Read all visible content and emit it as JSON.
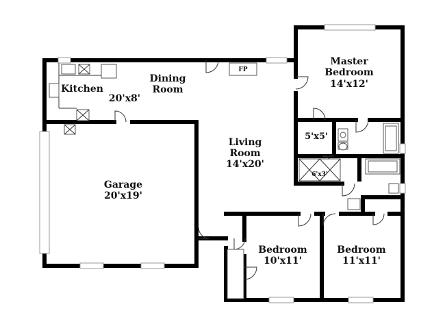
{
  "rooms": {
    "kitchen": {
      "name": "Kitchen"
    },
    "dining": {
      "name_line1": "Dining",
      "name_line2": "Room",
      "size": "20'x8'"
    },
    "fireplace": {
      "label": "FP"
    },
    "master": {
      "name_line1": "Master",
      "name_line2": "Bedroom",
      "size": "14'x12'"
    },
    "closet_master": {
      "size": "5'x5'"
    },
    "closet_hall": {
      "size": "6'x3'"
    },
    "living": {
      "name_line1": "Living",
      "name_line2": "Room",
      "size": "14'x20'"
    },
    "garage": {
      "name": "Garage",
      "size": "20'x19'"
    },
    "bedroom2": {
      "name": "Bedroom",
      "size": "10'x11'"
    },
    "bedroom3": {
      "name": "Bedroom",
      "size": "11'x11'"
    }
  }
}
